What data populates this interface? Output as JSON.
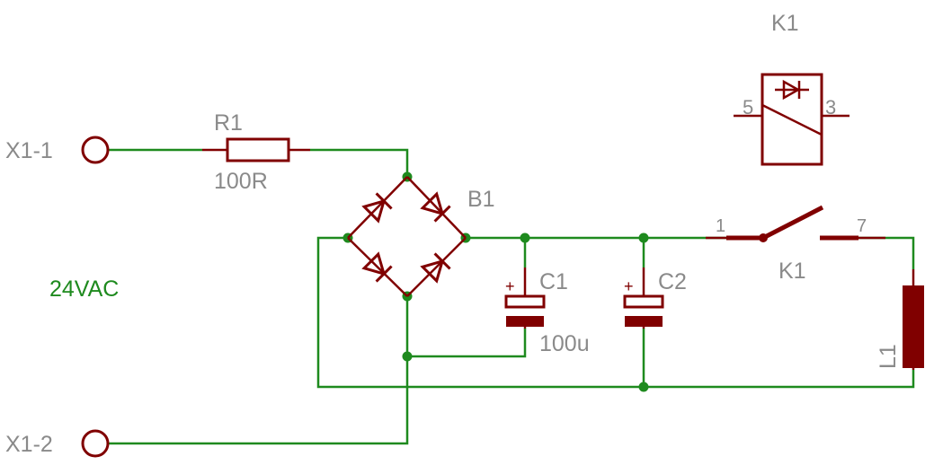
{
  "terminals": {
    "x1_1": "X1-1",
    "x1_2": "X1-2"
  },
  "resistor": {
    "name": "R1",
    "value": "100R"
  },
  "bridge": {
    "name": "B1"
  },
  "capacitor_c1": {
    "name": "C1",
    "value": "100u",
    "polarity": "+"
  },
  "capacitor_c2": {
    "name": "C2",
    "polarity": "+"
  },
  "relay_switch": {
    "name": "K1",
    "pin_in": "1",
    "pin_out": "7"
  },
  "relay_coil_symbol": {
    "name": "K1",
    "pin_left": "5",
    "pin_right": "3"
  },
  "inductor": {
    "name": "L1"
  },
  "net_label": "24VAC",
  "colors": {
    "wire": "#1e8a1e",
    "part": "#800000",
    "label": "#8a8a8a"
  }
}
